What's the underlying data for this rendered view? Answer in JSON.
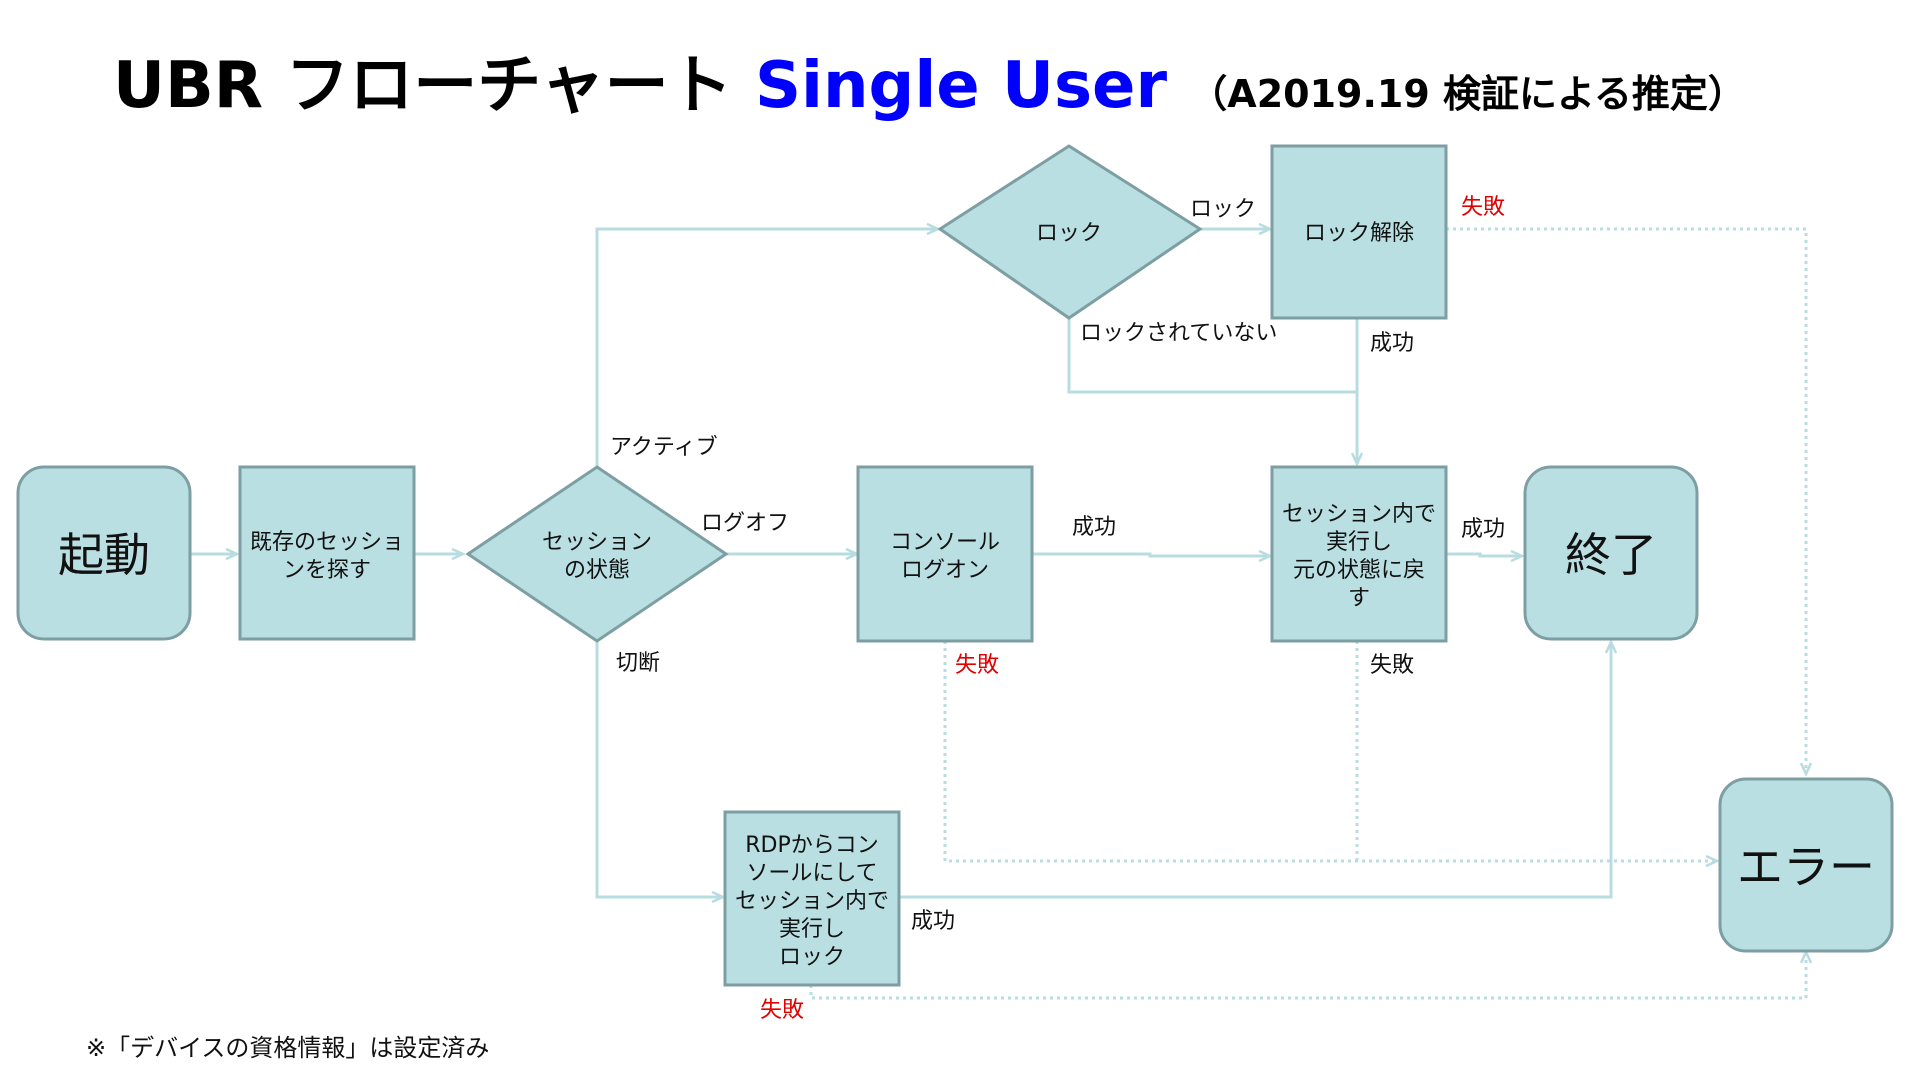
{
  "title": {
    "main": "UBR フローチャート",
    "accent": "Single User",
    "sub": "（A2019.19 検証による推定）"
  },
  "footnote": "※「デバイスの資格情報」は設定済み",
  "colors": {
    "node_fill": "#b9dfe2",
    "node_stroke": "#7d9ea2",
    "line": "#b8dde0",
    "fail_text": "#e00000",
    "accent_title": "#0000ff"
  },
  "nodes": {
    "start": {
      "lines": [
        "起動"
      ]
    },
    "find_session": {
      "lines": [
        "既存のセッショ",
        "ンを探す"
      ]
    },
    "session_state": {
      "lines": [
        "セッション",
        "の状態"
      ]
    },
    "lock_check": {
      "lines": [
        "ロック"
      ]
    },
    "unlock": {
      "lines": [
        "ロック解除"
      ]
    },
    "console_logon": {
      "lines": [
        "コンソール",
        "ログオン"
      ]
    },
    "run_in_session": {
      "lines": [
        "セッション内で",
        "実行し",
        "元の状態に戻",
        "す"
      ]
    },
    "end": {
      "lines": [
        "終了"
      ]
    },
    "rdp_console": {
      "lines": [
        "RDPからコン",
        "ソールにして",
        "セッション内で",
        "実行し",
        "ロック"
      ]
    },
    "error": {
      "lines": [
        "エラー"
      ]
    }
  },
  "edge_labels": {
    "active": "アクティブ",
    "logoff": "ログオフ",
    "disconnected": "切断",
    "locked": "ロック",
    "not_locked": "ロックされていない",
    "unlock_fail": "失敗",
    "unlock_success": "成功",
    "logon_success": "成功",
    "logon_fail": "失敗",
    "run_success": "成功",
    "run_fail": "失敗",
    "rdp_success": "成功",
    "rdp_fail": "失敗"
  }
}
